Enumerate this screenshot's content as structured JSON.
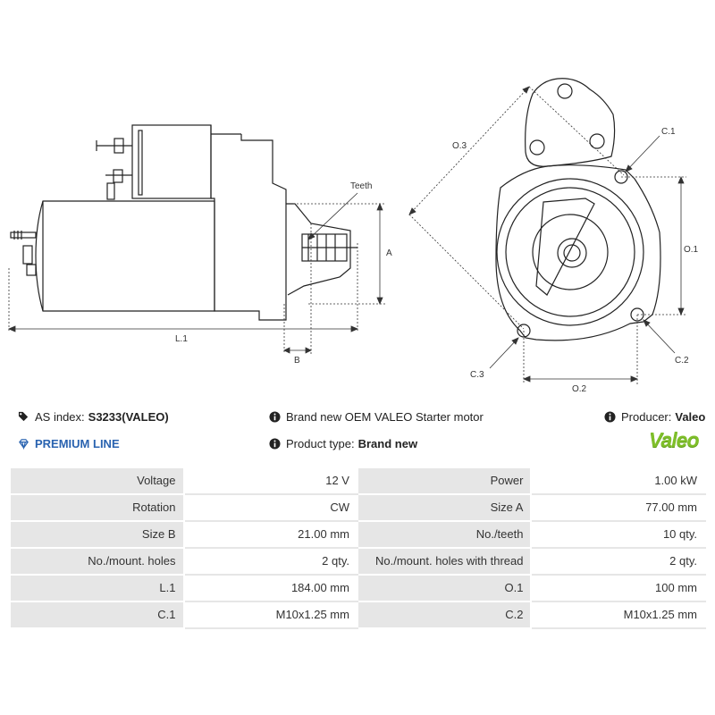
{
  "drawing": {
    "labels": {
      "teeth": "Teeth",
      "a": "A",
      "l1": "L.1",
      "b": "B",
      "o3": "O.3",
      "c1": "C.1",
      "o1": "O.1",
      "c2": "C.2",
      "c3": "C.3",
      "o2": "O.2"
    }
  },
  "info": {
    "as_index_label": "AS index:",
    "as_index_value": "S3233(VALEO)",
    "premium": "PREMIUM LINE",
    "description": "Brand new OEM VALEO Starter motor",
    "product_type_label": "Product type:",
    "product_type_value": "Brand new",
    "producer_label": "Producer:",
    "producer_value": "Valeo",
    "logo_text": "Valeo",
    "logo_color": "#7fbf2a",
    "premium_color": "#2a63b0"
  },
  "specs": [
    {
      "k1": "Voltage",
      "v1": "12 V",
      "k2": "Power",
      "v2": "1.00 kW"
    },
    {
      "k1": "Rotation",
      "v1": "CW",
      "k2": "Size A",
      "v2": "77.00 mm"
    },
    {
      "k1": "Size B",
      "v1": "21.00 mm",
      "k2": "No./teeth",
      "v2": "10 qty."
    },
    {
      "k1": "No./mount. holes",
      "v1": "2 qty.",
      "k2": "No./mount. holes with thread",
      "v2": "2 qty."
    },
    {
      "k1": "L.1",
      "v1": "184.00 mm",
      "k2": "O.1",
      "v2": "100 mm"
    },
    {
      "k1": "C.1",
      "v1": "M10x1.25 mm",
      "k2": "C.2",
      "v2": "M10x1.25 mm"
    }
  ]
}
